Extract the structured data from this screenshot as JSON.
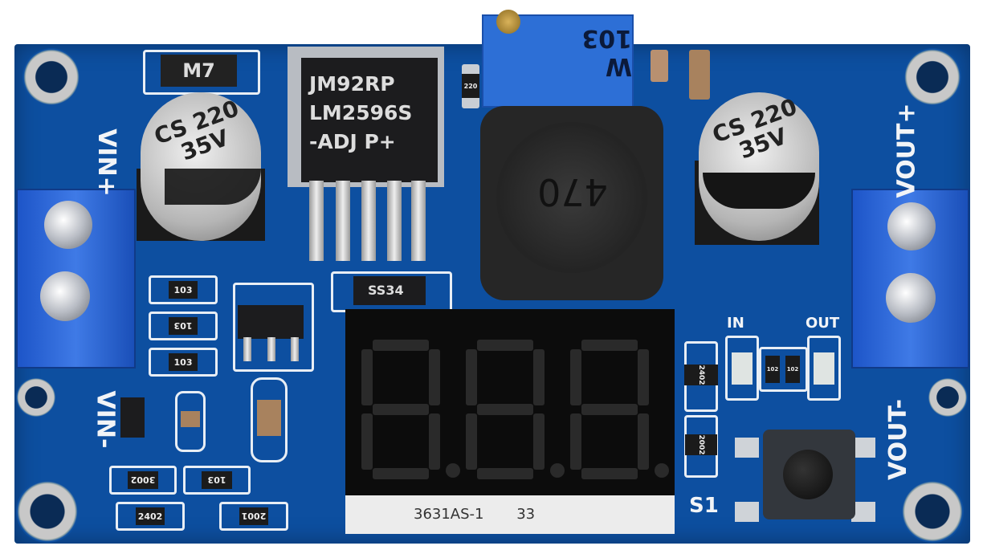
{
  "board": {
    "labels": {
      "vin_plus": "VIN+",
      "vin_minus": "VIN-",
      "vout_plus": "VOUT+",
      "vout_minus": "VOUT-",
      "led_in": "IN",
      "led_out": "OUT",
      "switch": "S1"
    },
    "potentiometer": "W 103",
    "diode_top": "M7",
    "diode_schottky": "SS34",
    "regulator": {
      "line1": "JM92RP",
      "line2": "LM2596S",
      "line3": "-ADJ  P+"
    },
    "inductor": "470",
    "capacitor_left": {
      "line1": "CS",
      "line2": "220",
      "line3": "35V"
    },
    "capacitor_right": {
      "line1": "CS",
      "line2": "220",
      "line3": "35V"
    },
    "display": {
      "part": "3631AS-1",
      "code": "33"
    },
    "resistors": [
      "103",
      "103",
      "103",
      "3002",
      "103",
      "2402",
      "2001",
      "2402",
      "2002",
      "102",
      "102",
      "220"
    ],
    "colors": {
      "pcb": "#0d4fa0",
      "silkscreen": "#e8eef5",
      "terminal": "#2f68d8"
    }
  }
}
